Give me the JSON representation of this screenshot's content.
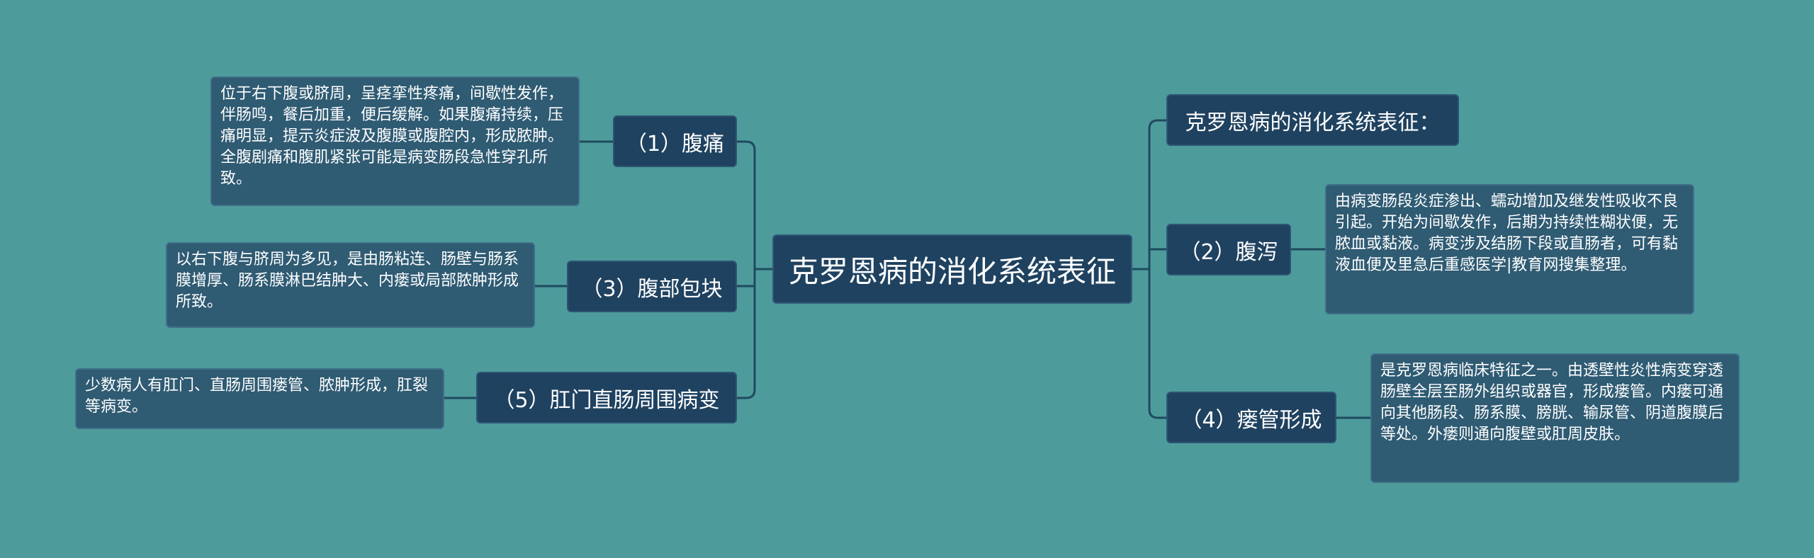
{
  "root": {
    "title": "克罗恩病的消化系统表征"
  },
  "left_branches": [
    {
      "label": "（1）腹痛",
      "detail": "位于右下腹或脐周，呈痉挛性疼痛，间歇性发作，伴肠鸣，餐后加重，便后缓解。如果腹痛持续，压痛明显，提示炎症波及腹膜或腹腔内，形成脓肿。全腹剧痛和腹肌紧张可能是病变肠段急性穿孔所致。"
    },
    {
      "label": "（3）腹部包块",
      "detail": "以右下腹与脐周为多见，是由肠粘连、肠壁与肠系膜增厚、肠系膜淋巴结肿大、内瘘或局部脓肿形成所致。"
    },
    {
      "label": "（5）肛门直肠周围病变",
      "detail": "少数病人有肛门、直肠周围瘘管、脓肿形成，肛裂等病变。"
    }
  ],
  "right_branches": [
    {
      "label": "克罗恩病的消化系统表征："
    },
    {
      "label": "（2）腹泻",
      "detail": "由病变肠段炎症渗出、蠕动增加及继发性吸收不良引起。开始为间歇发作，后期为持续性糊状便，无脓血或黏液。病变涉及结肠下段或直肠者，可有黏液血便及里急后重感医学|教育网搜集整理。"
    },
    {
      "label": "（4）瘘管形成",
      "detail": "是克罗恩病临床特征之一。由透壁性炎性病变穿透肠壁全层至肠外组织或器官，形成瘘管。内瘘可通向其他肠段、肠系膜、膀胱、输尿管、阴道腹膜后等处。外瘘则通向腹壁或肛周皮肤。"
    }
  ],
  "colors": {
    "background": "#4e9b9c",
    "node_dark": "#1f4260",
    "leaf": "#2f5b73",
    "connector": "#1f4a5e"
  }
}
